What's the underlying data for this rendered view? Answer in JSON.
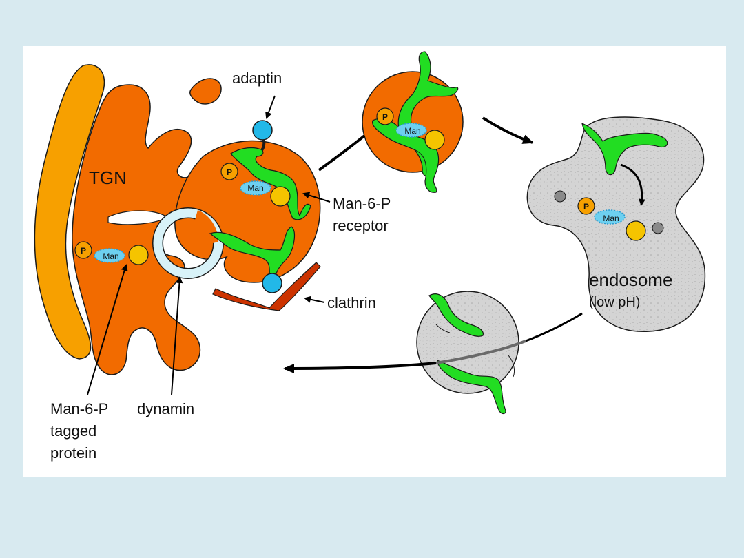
{
  "diagram": {
    "labels": {
      "tgn": "TGN",
      "adaptin": "adaptin",
      "receptor_line1": "Man-6-P",
      "receptor_line2": "receptor",
      "clathrin": "clathrin",
      "endosome": "endosome",
      "low_ph": "(low pH)",
      "tagged_line1": "Man-6-P",
      "tagged_line2": "tagged",
      "tagged_line3": "protein",
      "dynamin": "dynamin"
    },
    "glyphs": {
      "phosphate": "P",
      "mannose": "Man"
    },
    "colors": {
      "slide_background": "#d8eaf0",
      "panel": "#ffffff",
      "tgn_orange": "#f26b00",
      "outer_cisterna": "#f7a000",
      "receptor_green": "#22dd22",
      "adaptin_blue": "#22b8e8",
      "clathrin_red": "#cc3300",
      "dynamin_lightblue": "#d8f2f8",
      "protein_yellow": "#f5c400",
      "endosome_gray": "#d2d2d2"
    }
  }
}
